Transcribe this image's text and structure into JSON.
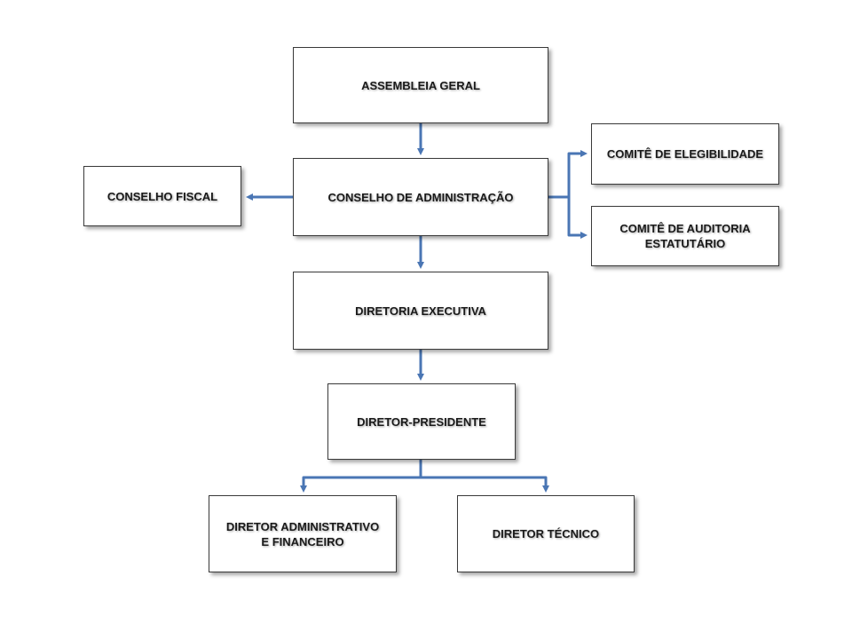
{
  "colors": {
    "connector": "#4a76b4",
    "box_border": "#3a3a3a",
    "text": "#1a1a1a"
  },
  "nodes": {
    "assembleia": {
      "label": "ASSEMBLEIA GERAL"
    },
    "conselho_admin": {
      "label": "CONSELHO DE ADMINISTRAÇÃO"
    },
    "conselho_fiscal": {
      "label": "CONSELHO FISCAL"
    },
    "comite_elegibilidade": {
      "label": "COMITÊ DE ELEGIBILIDADE"
    },
    "comite_auditoria": {
      "label": "COMITÊ DE AUDITORIA\nESTATUTÁRIO"
    },
    "diretoria_executiva": {
      "label": "DIRETORIA EXECUTIVA"
    },
    "diretor_presidente": {
      "label": "DIRETOR-PRESIDENTE"
    },
    "diretor_adm_fin": {
      "label": "DIRETOR ADMINISTRATIVO\nE FINANCEIRO"
    },
    "diretor_tecnico": {
      "label": "DIRETOR TÉCNICO"
    }
  },
  "edges": [
    {
      "from": "assembleia",
      "to": "conselho_admin"
    },
    {
      "from": "conselho_admin",
      "to": "conselho_fiscal"
    },
    {
      "from": "conselho_admin",
      "to": "comite_elegibilidade"
    },
    {
      "from": "conselho_admin",
      "to": "comite_auditoria"
    },
    {
      "from": "conselho_admin",
      "to": "diretoria_executiva"
    },
    {
      "from": "diretoria_executiva",
      "to": "diretor_presidente"
    },
    {
      "from": "diretor_presidente",
      "to": "diretor_adm_fin"
    },
    {
      "from": "diretor_presidente",
      "to": "diretor_tecnico"
    }
  ]
}
